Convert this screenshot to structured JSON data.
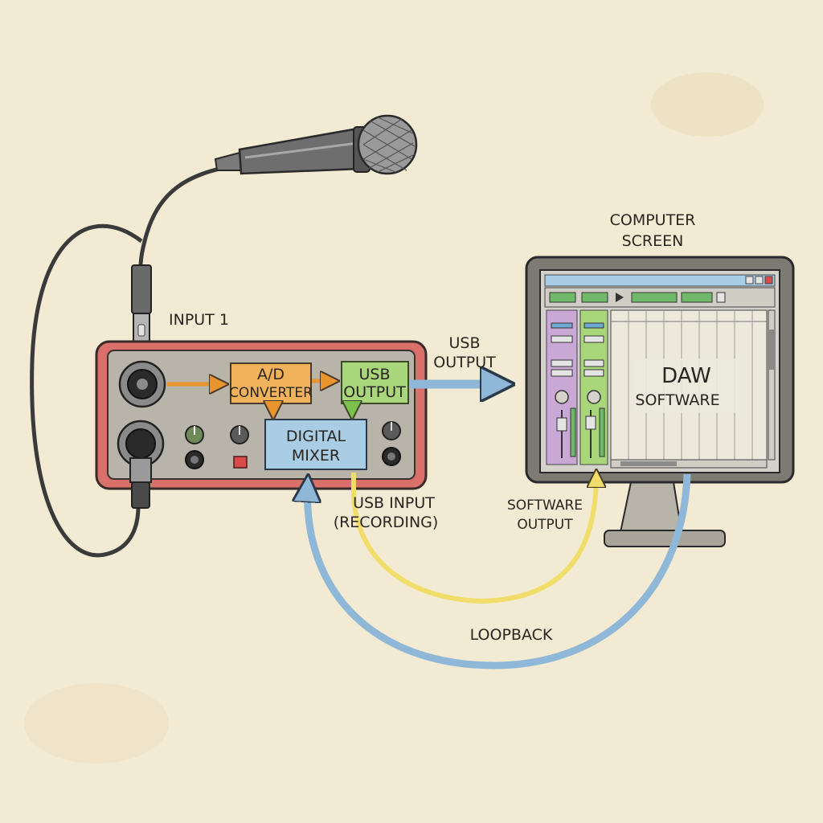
{
  "labels": {
    "input_1": "INPUT 1",
    "ad_converter_line1": "A/D",
    "ad_converter_line2": "CONVERTER",
    "usb_output_box_line1": "USB",
    "usb_output_box_line2": "OUTPUT",
    "digital_mixer_line1": "DIGITAL",
    "digital_mixer_line2": "MIXER",
    "usb_output_arrow_line1": "USB",
    "usb_output_arrow_line2": "OUTPUT",
    "computer_screen_line1": "COMPUTER",
    "computer_screen_line2": "SCREEN",
    "daw_line1": "DAW",
    "daw_line2": "SOFTWARE",
    "usb_input_line1": "USB INPUT",
    "usb_input_line2": "(RECORDING)",
    "software_output_line1": "SOFTWARE",
    "software_output_line2": "OUTPUT",
    "loopback": "LOOPBACK"
  },
  "colors": {
    "paper": "#f3ead3",
    "interface_frame": "#d9706a",
    "interface_panel": "#b9b4aa",
    "ad_converter": "#f0b25a",
    "usb_output": "#a9d67a",
    "digital_mixer": "#a9cde4",
    "signal_orange": "#e8952e",
    "signal_green": "#7cc24a",
    "usb_blue": "#8fb8d8",
    "software_yellow": "#f0dd6a",
    "channel_purple": "#c9a8d6",
    "channel_green": "#a9d67a"
  },
  "icons": [
    "microphone-icon",
    "xlr-combo-jack-icon",
    "xlr-plug-icon",
    "gain-knob-icon",
    "headphone-jack-icon",
    "monitor-icon"
  ]
}
